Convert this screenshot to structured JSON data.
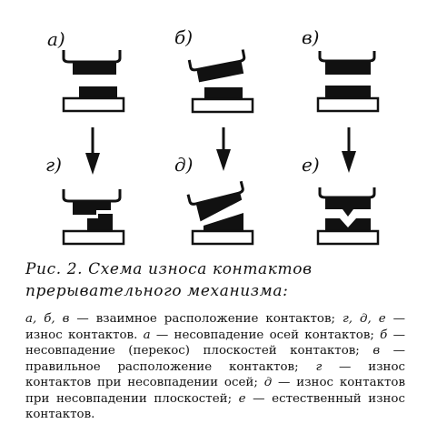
{
  "figure": {
    "labels": {
      "a": "а)",
      "b": "б)",
      "v": "в)",
      "g": "г)",
      "d": "д)",
      "e": "е)"
    }
  },
  "caption": {
    "title": "Рис. 2. Схема износа контактов прерывательного механизма:",
    "body": [
      {
        "t": "а, б, в",
        "i": true
      },
      {
        "t": " — взаимное расположение контактов; ",
        "i": false
      },
      {
        "t": "г, д, е",
        "i": true
      },
      {
        "t": " — износ контактов. ",
        "i": false
      },
      {
        "t": "а",
        "i": true
      },
      {
        "t": " — несовпадение осей контактов; ",
        "i": false
      },
      {
        "t": "б",
        "i": true
      },
      {
        "t": " — несовпадение (перекос) плоскостей контактов; ",
        "i": false
      },
      {
        "t": "в",
        "i": true
      },
      {
        "t": " — правильное расположение контактов; ",
        "i": false
      },
      {
        "t": "г",
        "i": true
      },
      {
        "t": " — износ контактов при несовпадении осей; ",
        "i": false
      },
      {
        "t": "д",
        "i": true
      },
      {
        "t": " — износ контактов при несовпадении плоскостей; ",
        "i": false
      },
      {
        "t": "е",
        "i": true
      },
      {
        "t": " — естественный износ контактов.",
        "i": false
      }
    ]
  }
}
